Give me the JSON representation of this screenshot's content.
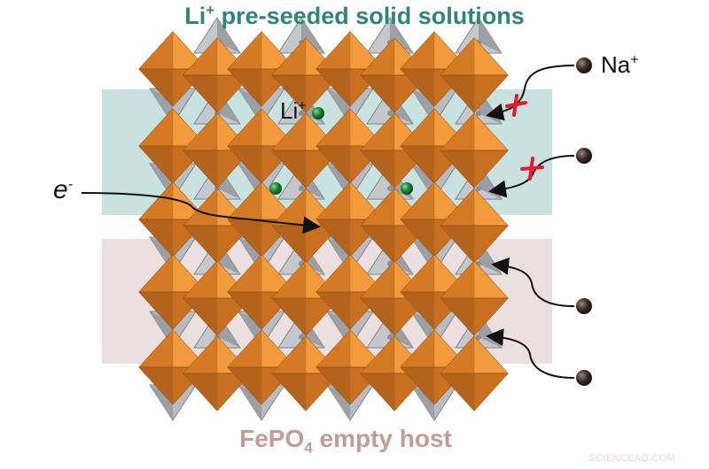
{
  "title_top": {
    "text": "Li",
    "sup": "+",
    "rest": " pre-seeded solid solutions",
    "color": "#2f8579"
  },
  "title_bottom": {
    "text": "FePO",
    "sub": "4",
    "rest": " empty host",
    "color": "#c39c95"
  },
  "labels": {
    "li": {
      "text": "Li",
      "sup": "+"
    },
    "electron": {
      "text": "e",
      "sup": "-"
    },
    "na": {
      "text": "Na",
      "sup": "+"
    }
  },
  "regions": {
    "upper_band": {
      "label": "Li-seeded region",
      "color": "#c8e1e1"
    },
    "lower_band": {
      "label": "FePO4 empty host region",
      "color": "#ecdfdf"
    }
  },
  "colors": {
    "octahedron": "#e68a2e",
    "octahedron_dark": "#b4631c",
    "tetrahedron": "#b8bcc2",
    "li_atom": "#1f8a3a",
    "na_atom": "#3d2e28",
    "blocked_mark": "#e8192c"
  },
  "na_ions": [
    {
      "blocked": true
    },
    {
      "blocked": true
    },
    {
      "blocked": false
    },
    {
      "blocked": false
    }
  ],
  "watermark": "SCIENCEAQ.COM"
}
